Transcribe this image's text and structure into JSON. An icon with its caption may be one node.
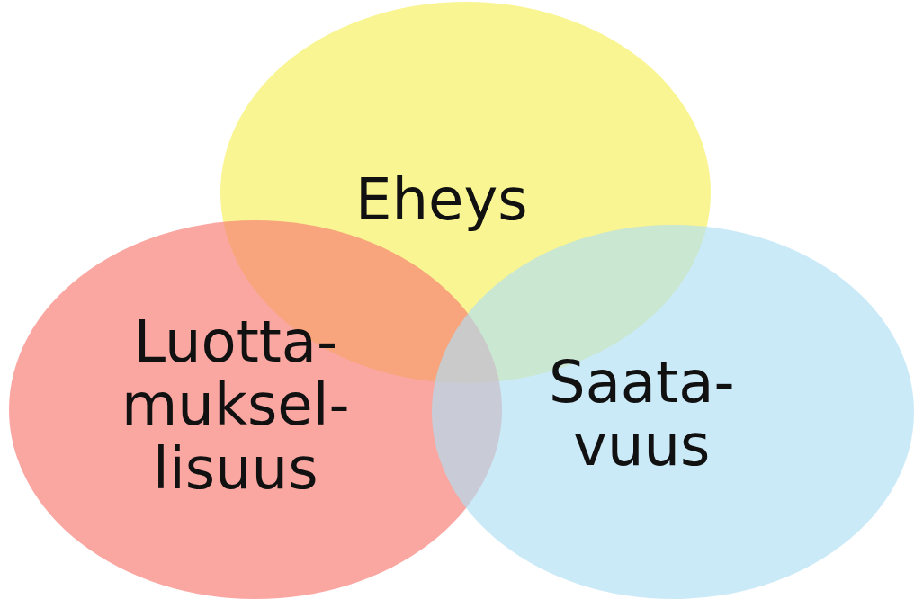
{
  "diagram": {
    "nodes": [
      {
        "text": [
          "Eheys"
        ]
      },
      {
        "text": [
          "Luotta- muksel- lisuus"
        ]
      },
      {
        "text": [
          "Saata- vuus"
        ]
      }
    ]
  }
}
